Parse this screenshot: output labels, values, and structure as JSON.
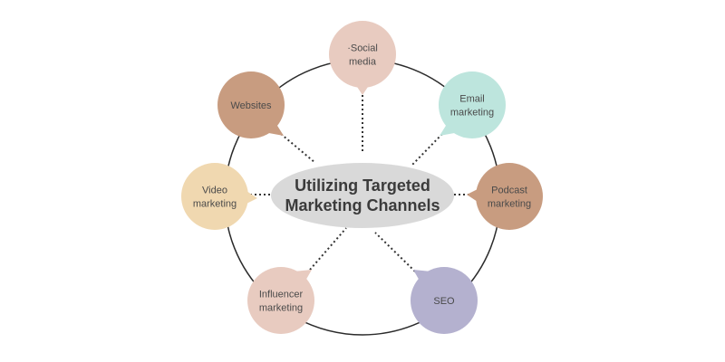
{
  "center": {
    "line1": "Utilizing Targeted",
    "line2": "Marketing Channels",
    "color": "#d9d9d9"
  },
  "ring_color": "#2b2b2b",
  "connector_color": "#333333",
  "channels": [
    {
      "id": "social-media",
      "lines": [
        "·Social",
        "media"
      ],
      "color": "#e8cbc0"
    },
    {
      "id": "email-marketing",
      "lines": [
        "Email",
        "marketing"
      ],
      "color": "#bde5dd"
    },
    {
      "id": "podcast-marketing",
      "lines": [
        "Podcast",
        "marketing"
      ],
      "color": "#c89c80"
    },
    {
      "id": "seo",
      "lines": [
        "SEO"
      ],
      "color": "#b4b1cf"
    },
    {
      "id": "influencer-marketing",
      "lines": [
        "Influencer",
        "marketing"
      ],
      "color": "#e8cbc0"
    },
    {
      "id": "video-marketing",
      "lines": [
        "Video",
        "marketing"
      ],
      "color": "#f0d8b0"
    },
    {
      "id": "websites",
      "lines": [
        "Websites"
      ],
      "color": "#c89c80"
    }
  ]
}
